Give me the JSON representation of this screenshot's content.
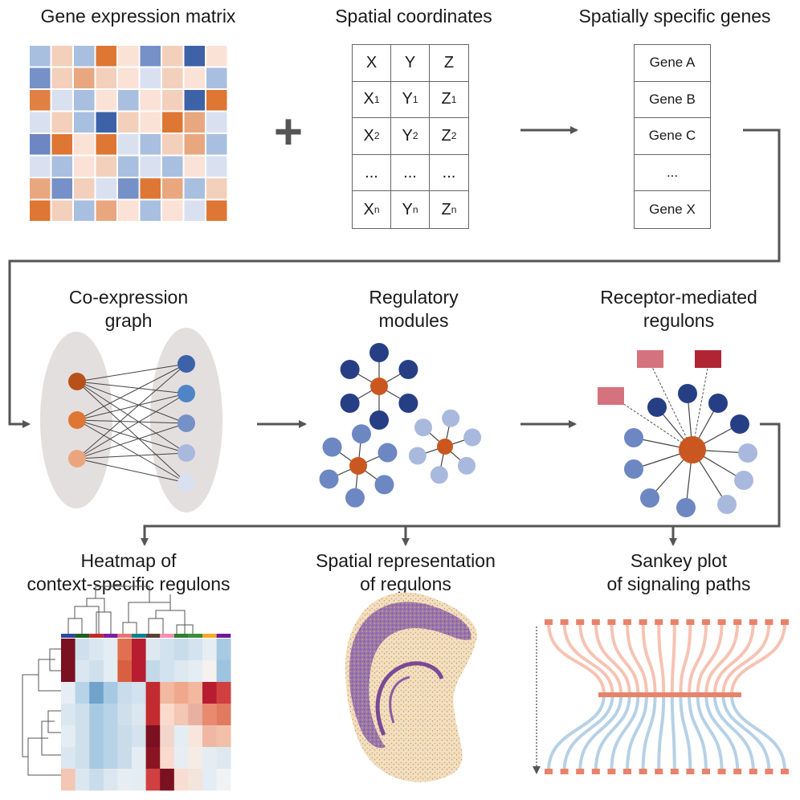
{
  "panels": {
    "gene_expression": {
      "title": "Gene expression matrix",
      "matrix": [
        [
          "#a8bfe0",
          "#f3d0bb",
          "#a8bfe0",
          "#de7634",
          "#fbe2d6",
          "#7690c8",
          "#f3d0bb",
          "#3d62a8",
          "#fbe2d6"
        ],
        [
          "#7690c8",
          "#f3d0bb",
          "#e9a77f",
          "#f3d0bb",
          "#fbe2d6",
          "#d9e1f1",
          "#f3d0bb",
          "#fbe2d6",
          "#a8bfe0"
        ],
        [
          "#e08043",
          "#d9e1f1",
          "#a8bfe0",
          "#fbe2d6",
          "#a8bfe0",
          "#fbe2d6",
          "#f3d0bb",
          "#3d62a8",
          "#de7634"
        ],
        [
          "#d9e1f1",
          "#f3d0bb",
          "#a8bfe0",
          "#3d62a8",
          "#f3d0bb",
          "#fbe2d6",
          "#de7634",
          "#e9a77f",
          "#d9e1f1"
        ],
        [
          "#6d87c2",
          "#de7634",
          "#fbe2d6",
          "#de7634",
          "#d9e1f1",
          "#a8bfe0",
          "#f3d0bb",
          "#e9a77f",
          "#a8bfe0"
        ],
        [
          "#d9e1f1",
          "#a8bfe0",
          "#fbe2d6",
          "#f3d0bb",
          "#a8bfe0",
          "#d9e1f1",
          "#a8bfe0",
          "#fbe2d6",
          "#d9e1f1"
        ],
        [
          "#e9a77f",
          "#7690c8",
          "#f3d0bb",
          "#d9e1f1",
          "#7690c8",
          "#de7634",
          "#e9a77f",
          "#a8bfe0",
          "#f3d0bb"
        ],
        [
          "#de7634",
          "#f3d0bb",
          "#a8bfe0",
          "#e9a77f",
          "#fbe2d6",
          "#a8bfe0",
          "#fbe2d6",
          "#d9e1f1",
          "#de7634"
        ]
      ]
    },
    "plus_symbol": "+",
    "spatial_coordinates": {
      "title": "Spatial coordinates",
      "header": [
        "X",
        "Y",
        "Z"
      ],
      "rows": [
        [
          {
            "base": "X",
            "sub": "1"
          },
          {
            "base": "Y",
            "sub": "1"
          },
          {
            "base": "Z",
            "sub": "1"
          }
        ],
        [
          {
            "base": "X",
            "sub": "2"
          },
          {
            "base": "Y",
            "sub": "2"
          },
          {
            "base": "Z",
            "sub": "2"
          }
        ],
        [
          {
            "base": "...",
            "sub": ""
          },
          {
            "base": "...",
            "sub": ""
          },
          {
            "base": "...",
            "sub": ""
          }
        ],
        [
          {
            "base": "X",
            "sub": "n"
          },
          {
            "base": "Y",
            "sub": "n"
          },
          {
            "base": "Z",
            "sub": "n"
          }
        ]
      ]
    },
    "specific_genes": {
      "title": "Spatially specific genes",
      "genes": [
        "Gene A",
        "Gene B",
        "Gene C",
        "...",
        "Gene X"
      ]
    },
    "coexpression_graph": {
      "title": [
        "Co-expression",
        "graph"
      ],
      "left_node_colors": [
        "#b85119",
        "#de7634",
        "#eba57e"
      ],
      "right_node_colors": [
        "#3d62a8",
        "#4f85c7",
        "#7690c8",
        "#a9b9de",
        "#d9e1f1"
      ]
    },
    "regulatory_modules": {
      "title": [
        "Regulatory",
        "modules"
      ]
    },
    "receptor_regulons": {
      "title": [
        "Receptor-mediated",
        "regulons"
      ]
    },
    "heatmap": {
      "title": [
        "Heatmap of",
        "context-specific regulons"
      ],
      "top_bar_colors": [
        "#2c4a9a",
        "#1b5e20",
        "#c62828",
        "#7b1fa2",
        "#e57373",
        "#00838f",
        "#5d4037",
        "#f48fb1",
        "#2e7d32",
        "#388e3c",
        "#f9a825",
        "#6a1b9a"
      ],
      "cells": [
        [
          "#7a1020",
          "#cfe0ec",
          "#dbe7f0",
          "#e3edf3",
          "#e07050",
          "#b81c30",
          "#dde8f0",
          "#d2e2ee",
          "#c8dcea",
          "#d5e3ee",
          "#e6eef3",
          "#a7c9e2"
        ],
        [
          "#7a1020",
          "#dbe7f0",
          "#cfe0ec",
          "#e3edf3",
          "#d86040",
          "#b81c30",
          "#c4d9e8",
          "#d2e2ee",
          "#dde8f0",
          "#e3edf3",
          "#f4f1ef",
          "#9ec3de"
        ],
        [
          "#e6eef3",
          "#b7d3e8",
          "#6fa3cc",
          "#a7c9e2",
          "#c8dcea",
          "#d2e2ee",
          "#c22c30",
          "#f2b8a0",
          "#f0a88c",
          "#f2b8a0",
          "#b81c30",
          "#d04040"
        ],
        [
          "#dbe7f0",
          "#cfe0ec",
          "#a7c9e2",
          "#b7d3e8",
          "#cfe0ec",
          "#dbe7f0",
          "#c22c30",
          "#fadacd",
          "#f4c6b4",
          "#e8b0a0",
          "#e98a70",
          "#e07a60"
        ],
        [
          "#e3edf3",
          "#cfe0ec",
          "#a7c9e2",
          "#b7d3e8",
          "#c8dcea",
          "#d5e3ee",
          "#7a1020",
          "#f2d6cc",
          "#e3edf3",
          "#f8e6de",
          "#f0b8a4",
          "#f2c0a8"
        ],
        [
          "#dbe7f0",
          "#cfe0ec",
          "#a7c9e2",
          "#b7d3e8",
          "#c8dcea",
          "#e3edf3",
          "#8a1522",
          "#fadacd",
          "#e6eef3",
          "#f6ece6",
          "#e3edf3",
          "#dde8f0"
        ],
        [
          "#f4c6b4",
          "#dbe7f0",
          "#c8dcea",
          "#dbe7f0",
          "#e6eef3",
          "#e3edf3",
          "#d04040",
          "#7a1020",
          "#f8ddd2",
          "#f3e4dc",
          "#e3edf3",
          "#f0f3f5"
        ]
      ]
    },
    "spatial_representation": {
      "title": [
        "Spatial representation",
        "of regulons"
      ]
    },
    "sankey": {
      "title": [
        "Sankey plot",
        "of signaling paths"
      ]
    }
  },
  "colors": {
    "arrow": "#555555",
    "orange": "#c9571f",
    "dark_blue": "#263f84",
    "mid_blue": "#6d87c2",
    "light_blue": "#a9b9de",
    "sankey_top": "#f4b8a6",
    "sankey_bottom": "#a9c9e2",
    "sankey_bar": "#e8826a",
    "receptor_red": "#b02434",
    "receptor_pink": "#d4737d"
  }
}
